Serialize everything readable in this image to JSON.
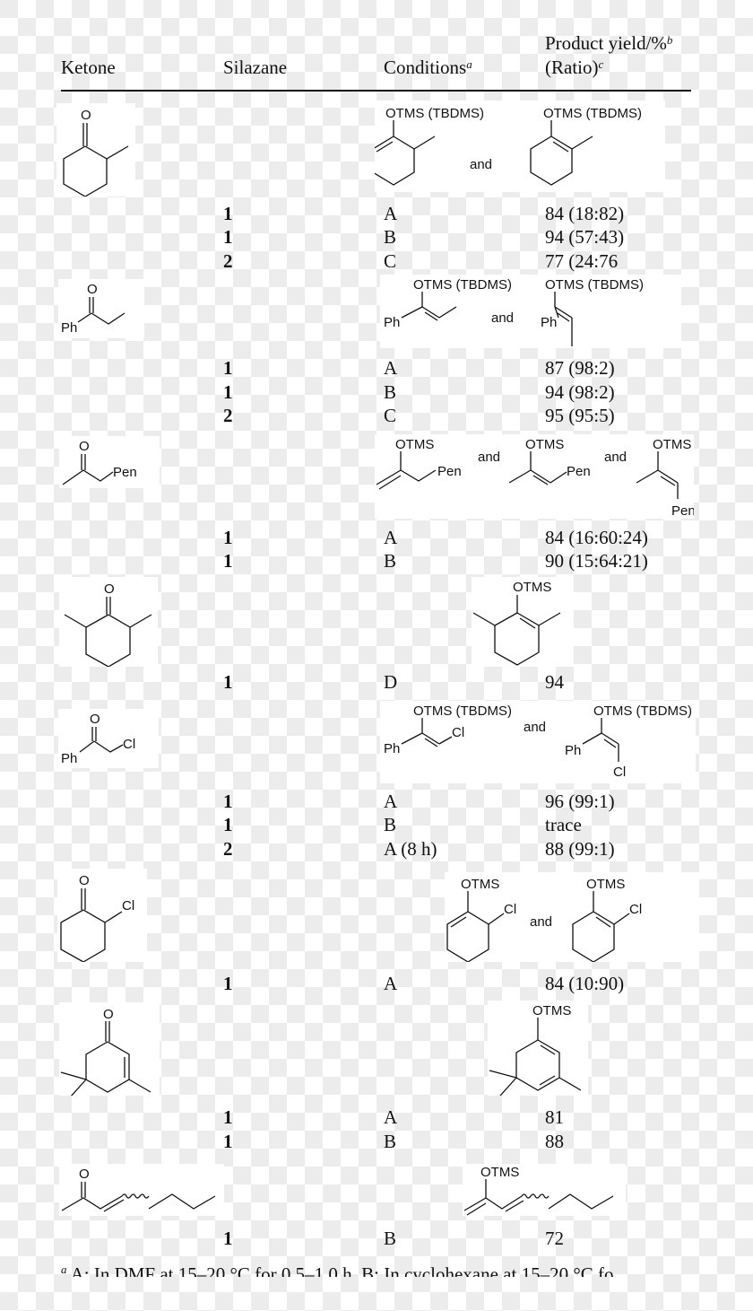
{
  "header": {
    "ketone": "Ketone",
    "silazane": "Silazane",
    "conditions": "Conditions",
    "conditions_note": "a",
    "yield_line1": "Product yield/%",
    "yield_note": "b",
    "yield_line2": "(Ratio)",
    "ratio_note": "c"
  },
  "labels": {
    "and": "and",
    "otms_tbdms": "OTMS (TBDMS)",
    "otms": "OTMS",
    "o": "O",
    "ph": "Ph",
    "pen": "Pen",
    "cl": "Cl"
  },
  "entries": [
    {
      "ketone": "2-methylcyclohexanone",
      "products": "OTMS (TBDMS) enol ethers (less / more substituted)",
      "rows": [
        {
          "silazane": "1",
          "conditions": "A",
          "yield": "84 (18:82)"
        },
        {
          "silazane": "1",
          "conditions": "B",
          "yield": "94 (57:43)"
        },
        {
          "silazane": "2",
          "conditions": "C",
          "yield": "77 (24:76"
        }
      ]
    },
    {
      "ketone": "propiophenone",
      "products": "Z and E OTMS (TBDMS) enol ethers",
      "rows": [
        {
          "silazane": "1",
          "conditions": "A",
          "yield": "87 (98:2)"
        },
        {
          "silazane": "1",
          "conditions": "B",
          "yield": "94 (98:2)"
        },
        {
          "silazane": "2",
          "conditions": "C",
          "yield": "95 (95:5)"
        }
      ]
    },
    {
      "ketone": "1-pentyl-acetone (Pen)",
      "products": "three OTMS enol ethers",
      "rows": [
        {
          "silazane": "1",
          "conditions": "A",
          "yield": "84 (16:60:24)"
        },
        {
          "silazane": "1",
          "conditions": "B",
          "yield": "90 (15:64:21)"
        }
      ]
    },
    {
      "ketone": "2,6-dimethylcyclohexanone",
      "products": "OTMS enol ether",
      "rows": [
        {
          "silazane": "1",
          "conditions": "D",
          "yield": "94"
        }
      ]
    },
    {
      "ketone": "2-chloroacetophenone",
      "products": "Z and E OTMS (TBDMS) enol ethers",
      "rows": [
        {
          "silazane": "1",
          "conditions": "A",
          "yield": "96 (99:1)"
        },
        {
          "silazane": "1",
          "conditions": "B",
          "yield": "trace"
        },
        {
          "silazane": "2",
          "conditions": "A (8 h)",
          "yield": "88 (99:1)"
        }
      ]
    },
    {
      "ketone": "2-chlorocyclohexanone",
      "products": "two OTMS enol ethers",
      "rows": [
        {
          "silazane": "1",
          "conditions": "A",
          "yield": "84 (10:90)"
        }
      ]
    },
    {
      "ketone": "isophorone",
      "products": "OTMS dienol ether",
      "rows": [
        {
          "silazane": "1",
          "conditions": "A",
          "yield": "81"
        },
        {
          "silazane": "1",
          "conditions": "B",
          "yield": "88"
        }
      ]
    },
    {
      "ketone": "3-octen-2-one",
      "products": "OTMS dienol ether",
      "rows": [
        {
          "silazane": "1",
          "conditions": "B",
          "yield": "72"
        }
      ]
    }
  ],
  "footnote": {
    "mark": "a",
    "text": " A: In DMF at 15–20 °C for 0.5–1.0 h. B: In cyclohexane at 15–20 °C fo"
  }
}
